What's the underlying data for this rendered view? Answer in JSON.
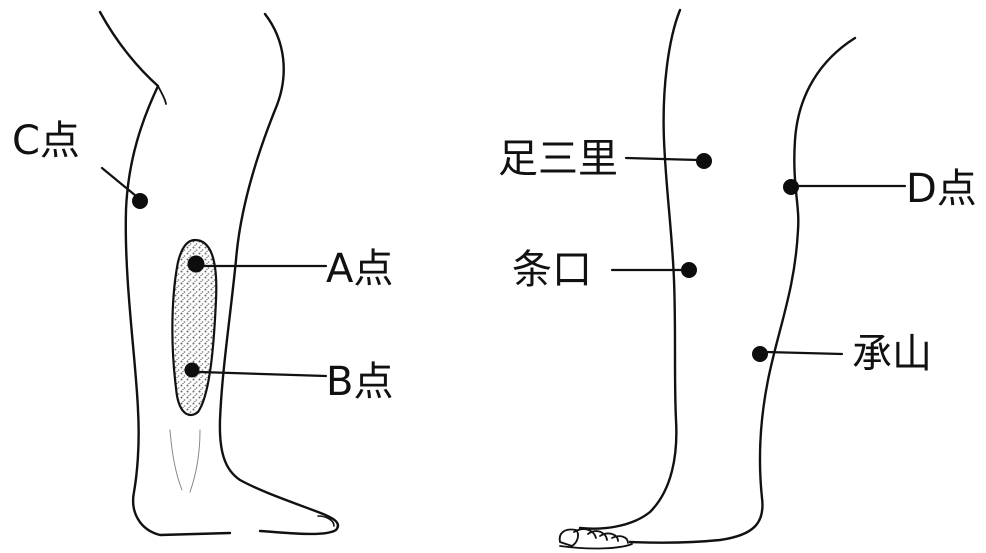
{
  "diagram": {
    "ink_color": "#111111",
    "marker_color": "#0d0d0d",
    "shaded_region_color": "#9a9a9a",
    "points": {
      "c": "C点",
      "a": "A点",
      "b": "B点",
      "zusanli": "足三里",
      "tiaokou": "条口",
      "d": "D点",
      "chengshan": "承山"
    }
  }
}
